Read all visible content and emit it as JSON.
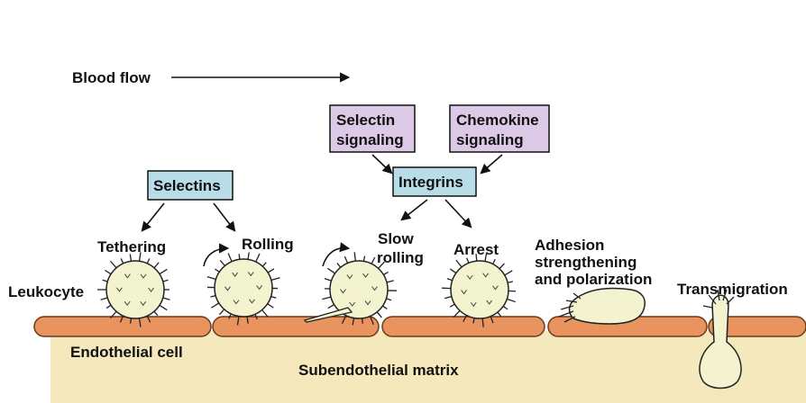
{
  "flow": {
    "label": "Blood flow"
  },
  "boxes": {
    "selectins": "Selectins",
    "integrins": "Integrins",
    "selectin_signaling": [
      "Selectin",
      "signaling"
    ],
    "chemokine_signaling": [
      "Chemokine",
      "signaling"
    ]
  },
  "steps": {
    "tethering": "Tethering",
    "rolling": "Rolling",
    "slow_rolling": [
      "Slow",
      "rolling"
    ],
    "arrest": "Arrest",
    "adhesion": [
      "Adhesion",
      "strengthening",
      "and polarization"
    ],
    "transmigration": "Transmigration"
  },
  "labels": {
    "leukocyte": "Leukocyte",
    "endothelial": "Endothelial cell",
    "matrix": "Subendothelial matrix"
  },
  "colors": {
    "blue_box": "#b9dde8",
    "purple_box": "#dcc9e6",
    "cell_fill": "#f3f4cf",
    "endothelium": "#e9935f",
    "matrix": "#f6e8bd"
  }
}
